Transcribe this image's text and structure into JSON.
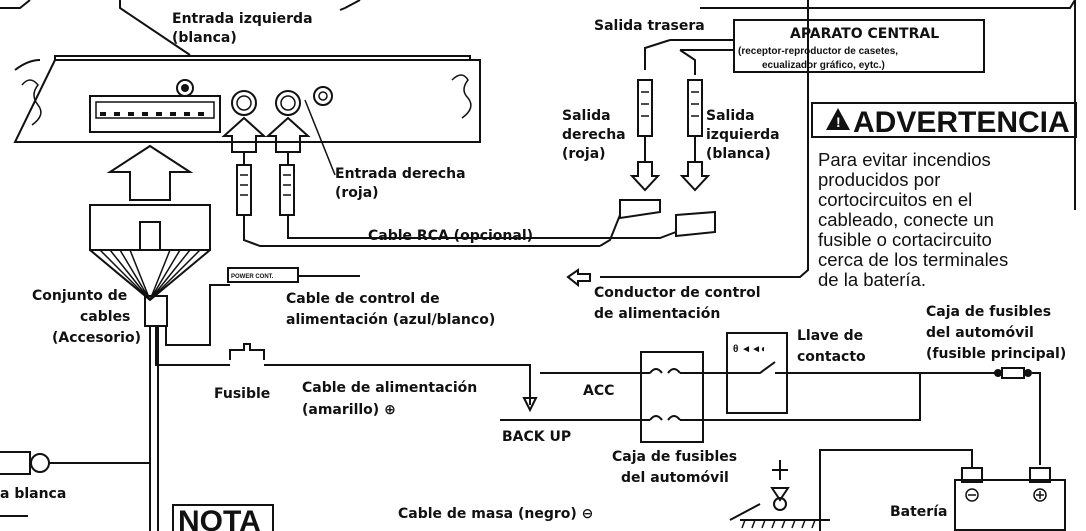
{
  "labels": {
    "entrada_izquierda": [
      "Entrada izquierda",
      "(blanca)"
    ],
    "entrada_derecha": [
      "Entrada derecha",
      "(roja)"
    ],
    "salida_trasera": "Salida trasera",
    "aparato_central": [
      "APARATO CENTRAL",
      "(receptor-reproductor de casetes,",
      "ecualizador gráfico, eytc.)"
    ],
    "salida_derecha": [
      "Salida",
      "derecha",
      "(roja)"
    ],
    "salida_izquierda": [
      "Salida",
      "izquierda",
      "(blanca)"
    ],
    "cable_rca": "Cable RCA (opcional)",
    "power_cont": "POWER CONT.",
    "conjunto_cables": [
      "Conjunto de",
      "cables",
      "(Accesorio)"
    ],
    "cable_control": [
      "Cable de control de",
      "alimentación (azul/blanco)"
    ],
    "conductor_control": [
      "Conductor de control",
      "de alimentación"
    ],
    "llave_contacto": [
      "Llave de",
      "contacto"
    ],
    "caja_fusibles_auto": [
      "Caja de fusibles",
      "del automóvil",
      "(fusible principal)"
    ],
    "fusible": "Fusible",
    "cable_alimentacion": [
      "Cable de alimentación",
      "(amarillo) ⊕"
    ],
    "acc": "ACC",
    "back_up": "BACK UP",
    "caja_fusibles": [
      "Caja de fusibles",
      "del automóvil"
    ],
    "bateria": "Batería",
    "cable_masa": "Cable de masa (negro) ⊖",
    "a_blanca": "a blanca"
  },
  "warning": {
    "title": "ADVERTENCIA",
    "lines": [
      "Para evitar incendios",
      "producidos por",
      "cortocircuitos en el",
      "cableado, conecte un",
      "fusible o cortacircuito",
      "cerca de los terminales",
      "de la batería."
    ]
  },
  "note": {
    "title": "NOTA"
  }
}
